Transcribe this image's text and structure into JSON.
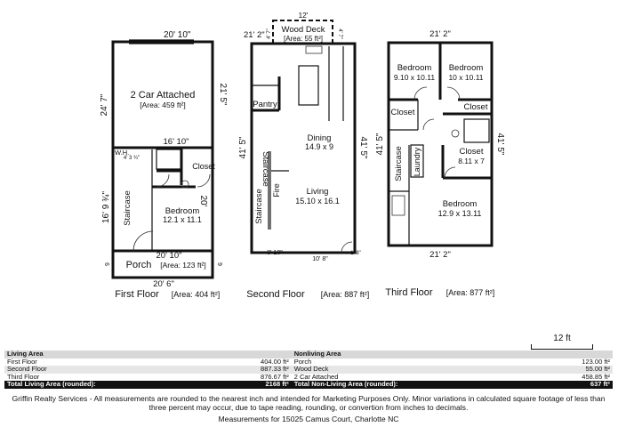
{
  "floors": [
    {
      "name": "First Floor",
      "area": "[Area: 404 ft²]",
      "dims": {
        "top": "20' 10\"",
        "left_upper": "24' 7\"",
        "right_upper": "21' 5\"",
        "left_lower": "16' 9 ¾\"",
        "right_lower": "20'",
        "bottom_inner": "20' 10\"",
        "porch_left": "9",
        "porch_right": "9",
        "bottom": "20' 6\""
      },
      "rooms": {
        "garage": {
          "name": "2 Car Attached",
          "area": "[Area: 459 ft²]"
        },
        "interior_width": "16' 10\"",
        "wh": {
          "name": "W.H.",
          "dim": "4' 3 ¾\""
        },
        "closet": "Closet",
        "staircase": "Staircase",
        "bedroom": {
          "name": "Bedroom",
          "dims": "12.1 x 11.1"
        },
        "porch": {
          "name": "Porch",
          "area": "[Area: 123 ft²]"
        }
      }
    },
    {
      "name": "Second Floor",
      "area": "[Area: 887 ft²]",
      "dims": {
        "deck_width": "12'",
        "left_upper": "21' 2\"",
        "deck_left": "4' 7\"",
        "deck_right": "4' 7\"",
        "left": "41' 5\"",
        "right": "41' 5\"",
        "bottom_left": "8' 10\"",
        "bottom_mid": "10' 8\"",
        "bottom_right": "1' 8\""
      },
      "rooms": {
        "deck": {
          "name": "Wood Deck",
          "area": "[Area: 55 ft²]"
        },
        "pantry": "Pantry",
        "dining": {
          "name": "Dining",
          "dims": "14.9 x 9"
        },
        "living": {
          "name": "Living",
          "dims": "15.10 x 16.1"
        },
        "staircase_a": "Staircase",
        "staircase_b": "Staircase",
        "fire": "Fire"
      }
    },
    {
      "name": "Third Floor",
      "area": "[Area: 877 ft²]",
      "dims": {
        "top": "21' 2\"",
        "left": "41' 5\"",
        "right": "41' 5\"",
        "bottom": "21' 2\""
      },
      "rooms": {
        "bed_a": {
          "name": "Bedroom",
          "dims": "9.10 x 10.11"
        },
        "bed_b": {
          "name": "Bedroom",
          "dims": "10 x 10.11"
        },
        "closet_a": "Closet",
        "closet_b": "Closet",
        "closet_c": {
          "name": "Closet",
          "dims": "8.11 x 7"
        },
        "staircase": "Staircase",
        "laundry": "Laundry",
        "bed_c": {
          "name": "Bedroom",
          "dims": "12.9 x 13.11"
        }
      }
    }
  ],
  "scale": {
    "label": "12 ft"
  },
  "table": {
    "header": [
      "Living Area",
      "",
      "Nonliving Area",
      ""
    ],
    "rows": [
      [
        "First Floor",
        "404.00 ft²",
        "Porch",
        "123.00 ft²"
      ],
      [
        "Second Floor",
        "887.33 ft²",
        "Wood Deck",
        "55.00 ft²"
      ],
      [
        "Third Floor",
        "876.67 ft²",
        "2 Car Attached",
        "458.85 ft²"
      ]
    ],
    "total": [
      "Total Living Area (rounded):",
      "2168 ft²",
      "Total Non-Living Area (rounded):",
      "637 ft²"
    ]
  },
  "disclaimer": "Griffin Realty Services - All measurements are rounded to the nearest inch and intended for Marketing Purposes Only. Minor variations in calculated square footage of less than three percent may occur, due to tape reading, rounding, or convertion from inches to decimals.",
  "address": "Measurements for 15025 Camus Court, Charlotte NC"
}
